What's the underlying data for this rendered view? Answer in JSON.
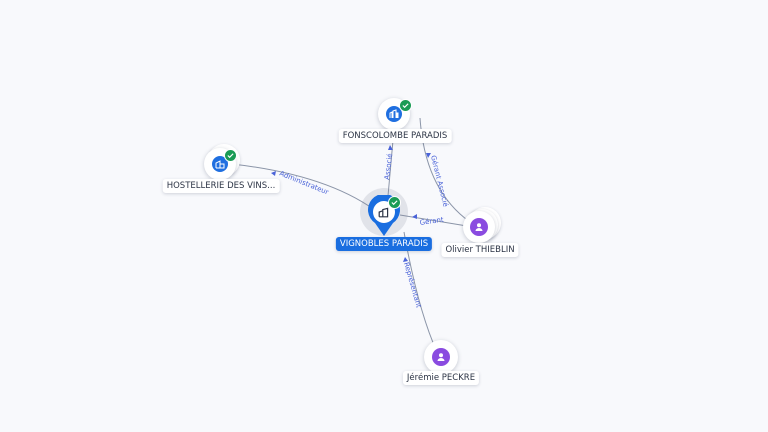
{
  "nodes": {
    "fonscolombe": {
      "label": "FONSCOLOMBE PARADIS",
      "icon": "company-icon",
      "verified": true
    },
    "hostellerie": {
      "label": "HOSTELLERIE DES VINS...",
      "icon": "company-icon",
      "verified": true
    },
    "vignobles": {
      "label": "VIGNOBLES PARADIS",
      "icon": "company-icon",
      "verified": true,
      "selected": true
    },
    "olivier": {
      "label": "Olivier THIEBLIN",
      "icon": "person-icon"
    },
    "jeremie": {
      "label": "Jérémie PECKRE",
      "icon": "person-icon"
    }
  },
  "edges": {
    "admin": "Administrateur",
    "associe": "Associé",
    "gerant": "Gérant",
    "gerant_associe": "Gérant Associé",
    "representant": "Représentant"
  },
  "colors": {
    "company": "#1f6fe0",
    "person": "#8a4be0",
    "verified": "#1a9b55",
    "edge_label": "#4a63d8",
    "selected": "#1a6ee0"
  }
}
